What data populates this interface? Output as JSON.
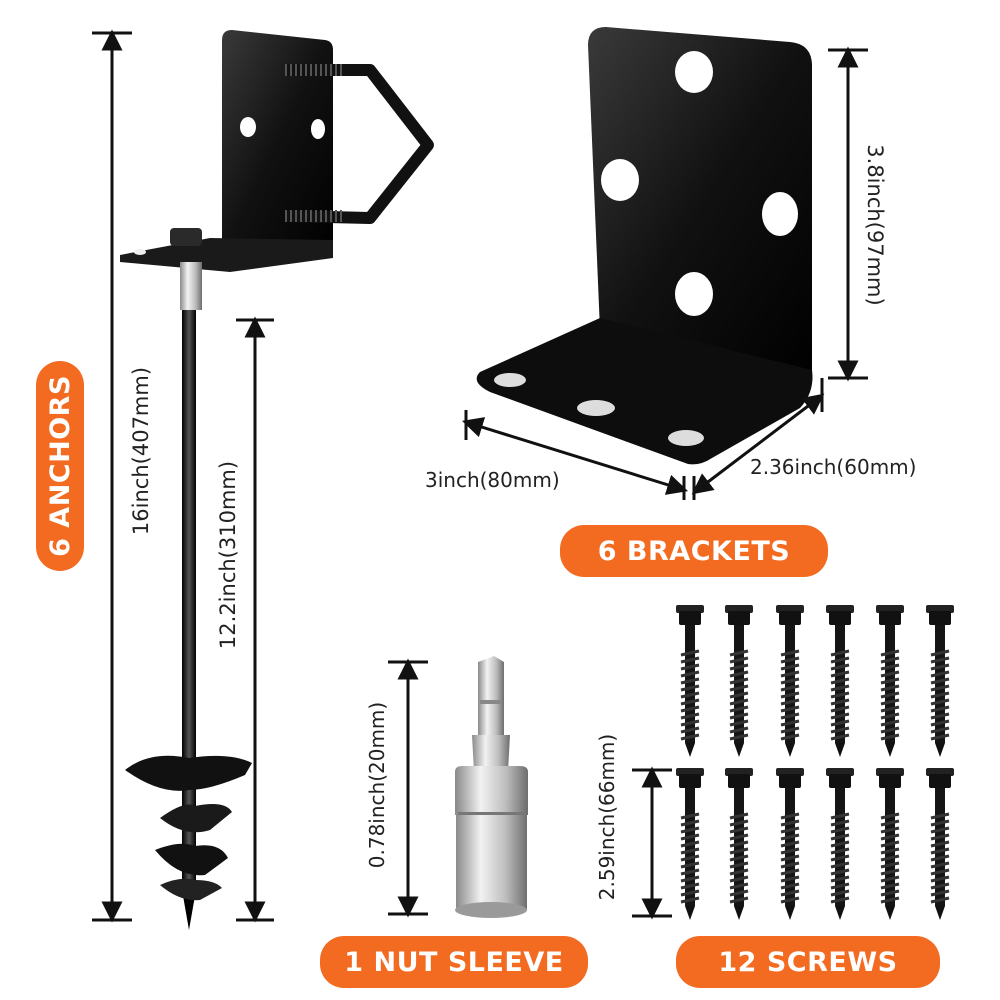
{
  "labels": {
    "anchors": "6 ANCHORS",
    "brackets": "6 BRACKETS",
    "nut_sleeve": "1 NUT SLEEVE",
    "screws": "12 SCREWS"
  },
  "dimensions": {
    "anchor_total": "16inch(407mm)",
    "anchor_auger": "12.2inch(310mm)",
    "bracket_height": "3.8inch(97mm)",
    "bracket_width": "3inch(80mm)",
    "bracket_depth": "2.36inch(60mm)",
    "sleeve_length": "0.78inch(20mm)",
    "screw_length": "2.59inch(66mm)"
  },
  "colors": {
    "accent": "#f36b21",
    "metal_dark": "#111111",
    "text": "#222222"
  }
}
